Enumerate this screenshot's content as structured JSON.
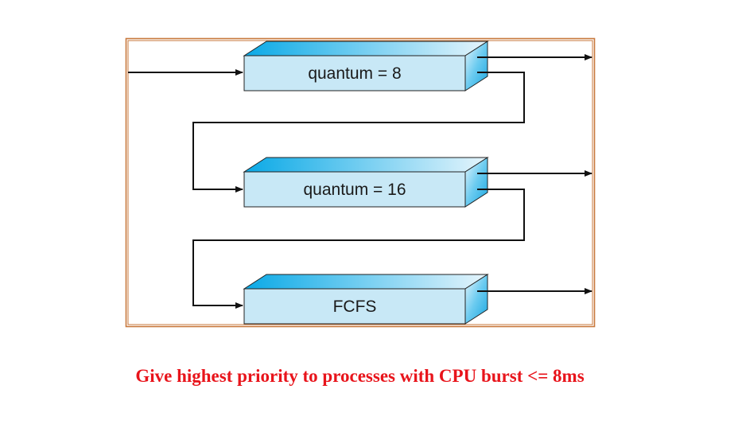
{
  "diagram": {
    "queues": [
      {
        "label": "quantum = 8"
      },
      {
        "label": "quantum = 16"
      },
      {
        "label": "FCFS"
      }
    ]
  },
  "caption": "Give highest priority to processes with CPU burst <= 8ms",
  "colors": {
    "frame": "#c8783c",
    "caption": "#e8141b",
    "box_front": "#c8e8f6",
    "box_top_start": "#0aa9e6",
    "box_top_end": "#e0f2fb",
    "box_side": "#5cc0ea",
    "line": "#111111"
  }
}
